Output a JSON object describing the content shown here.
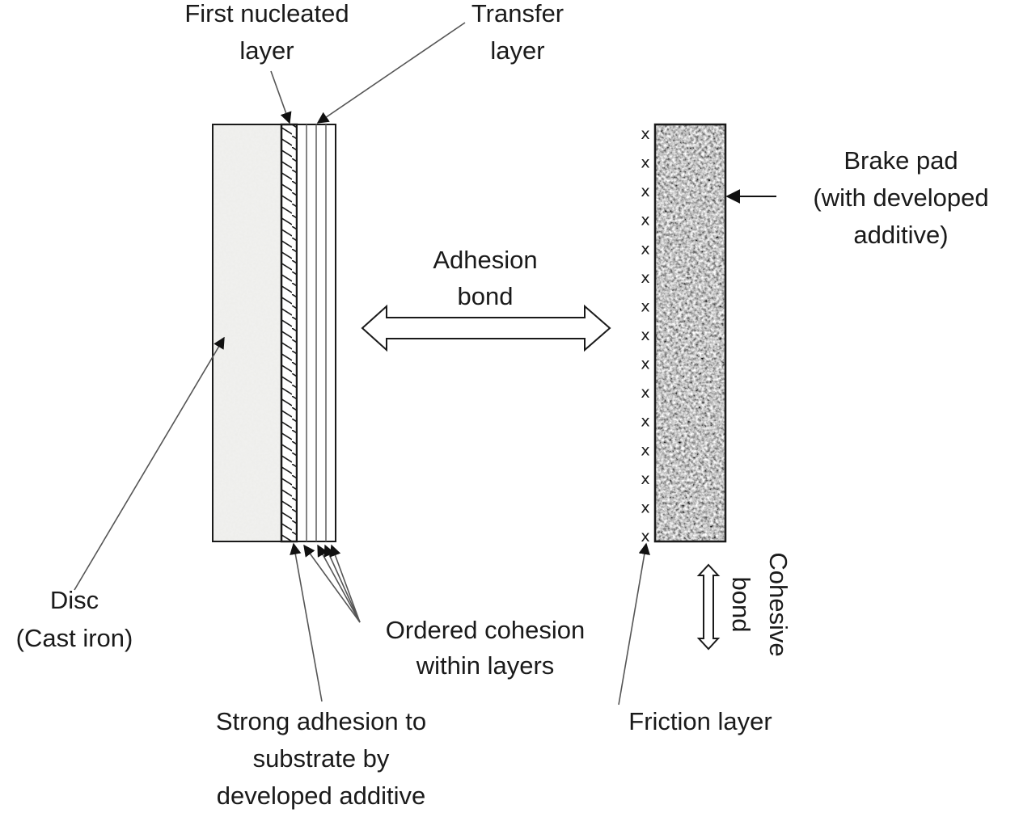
{
  "labels": {
    "first_nucleated_layer": [
      "First nucleated",
      "layer"
    ],
    "transfer_layer": [
      "Transfer",
      "layer"
    ],
    "brake_pad": [
      "Brake pad",
      "(with developed",
      "additive)"
    ],
    "adhesion_bond": [
      "Adhesion",
      "bond"
    ],
    "disc": [
      "Disc",
      "(Cast iron)"
    ],
    "ordered_cohesion": [
      "Ordered cohesion",
      "within layers"
    ],
    "strong_adhesion": [
      "Strong adhesion to",
      "substrate by",
      "developed additive"
    ],
    "friction_layer": [
      "Friction layer"
    ],
    "cohesive_bond": [
      "Cohesive",
      "bond"
    ]
  },
  "friction_layer_marks": {
    "symbol": "x",
    "count": 15
  },
  "transfer_sublayers": 4,
  "colors": {
    "outline": "#1a1a1a",
    "disc_fill": "#e9e9e6",
    "pad_fill": "#9a9a9a",
    "leader_line": "#555555"
  }
}
